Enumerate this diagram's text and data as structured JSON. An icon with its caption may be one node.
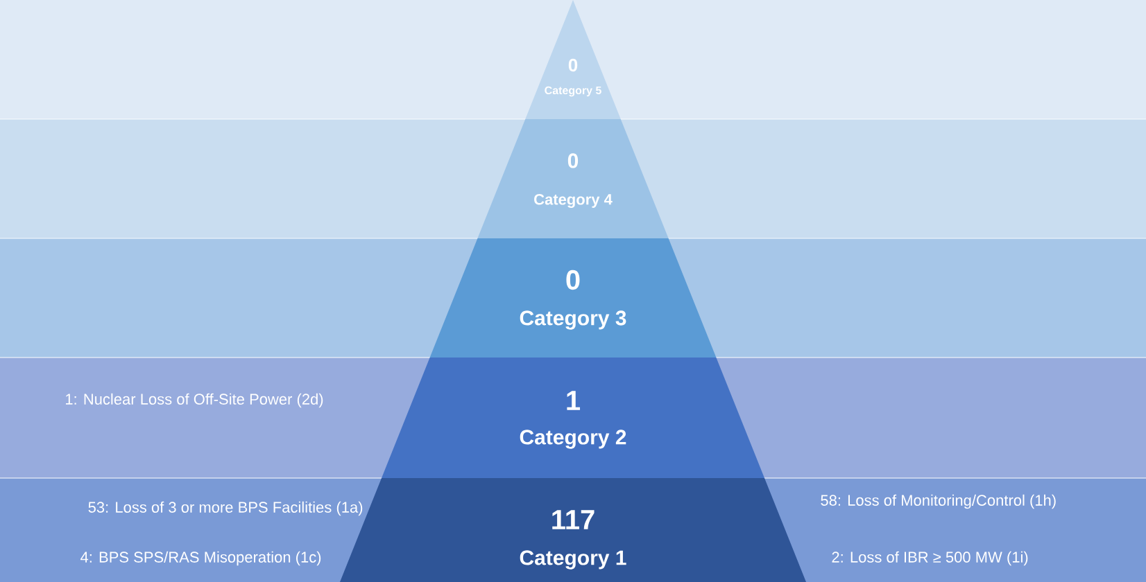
{
  "diagram": {
    "nodes": [
      {
        "text": [
          "0",
          "Category 5"
        ]
      },
      {
        "text": [
          "0",
          "Category 4"
        ]
      },
      {
        "text": [
          "0",
          "Category 3"
        ]
      },
      {
        "text": [
          "1",
          "Category 2"
        ],
        "beside": [
          "1: Nuclear Loss of Off-Site Power (2d)"
        ]
      },
      {
        "text": [
          "117",
          "Category 1"
        ],
        "beside": [
          "53: Loss of 3 or more BPS Facilities (1a)",
          "58: Loss of Monitoring/Control (1h)",
          "4: BPS SPS/RAS Misoperation (1c)",
          "2: Loss of IBR ≥ 500 MW (1i)"
        ]
      }
    ]
  }
}
